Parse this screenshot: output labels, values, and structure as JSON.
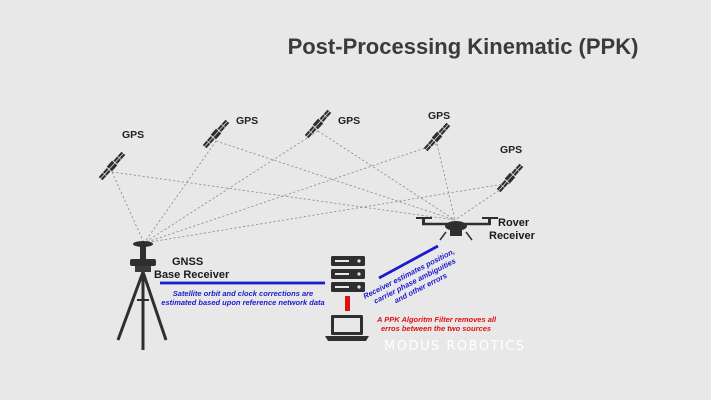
{
  "title": "Post-Processing Kinematic (PPK)",
  "satellites": [
    {
      "label": "GPS"
    },
    {
      "label": "GPS"
    },
    {
      "label": "GPS"
    },
    {
      "label": "GPS"
    },
    {
      "label": "GPS"
    }
  ],
  "base": {
    "label_line1": "GNSS",
    "label_line2": "Base Receiver"
  },
  "rover": {
    "label_line1": "Rover",
    "label_line2": "Receiver"
  },
  "notes": {
    "base_line1": "Satellite orbit and clock corrections are",
    "base_line2": "estimated based upon reference network data",
    "rover_line1": "Receiver estimates position,",
    "rover_line2": "carrier phase ambiguities",
    "rover_line3": "and other errors",
    "filter_line1": "A PPK Algoritm Filter removes all",
    "filter_line2": "erros between the two sources"
  },
  "brand": "MODUS ROBOTICS",
  "colors": {
    "background": "#e8e8e8",
    "correction_link": "#1a1ad0",
    "filter_link": "#e01010",
    "equipment": "#2f2f2f"
  },
  "icons": [
    "satellite-icon",
    "tripod-antenna-icon",
    "drone-icon",
    "server-icon",
    "laptop-icon"
  ]
}
